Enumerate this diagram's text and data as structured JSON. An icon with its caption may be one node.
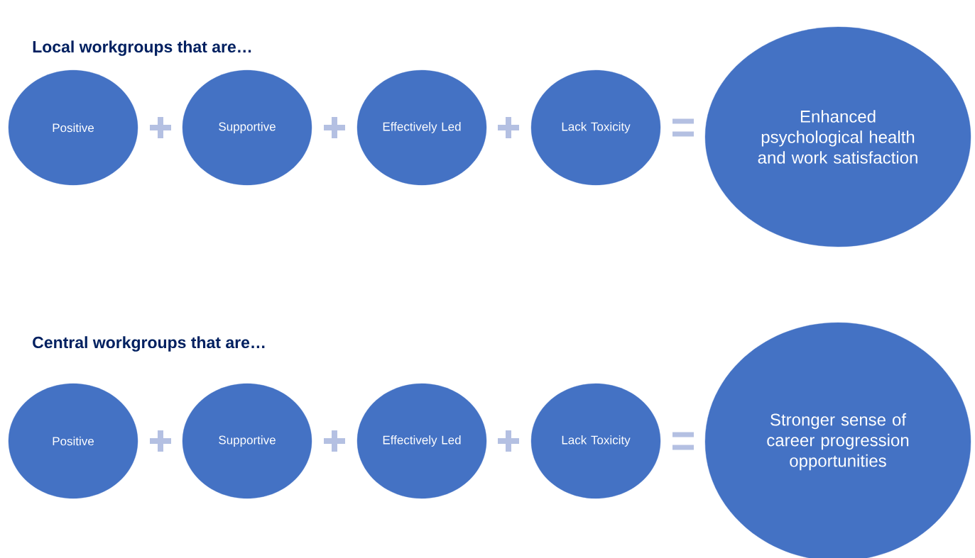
{
  "diagram": {
    "nodes": [
      {
        "text": [
          "Positive"
        ]
      },
      {
        "text": [
          "Supportive"
        ]
      },
      {
        "text": [
          "Effectively Led"
        ]
      },
      {
        "text": [
          "Lack Toxicity"
        ]
      },
      {
        "text": [
          "Enhanced psychological health and work satisfaction"
        ]
      },
      {
        "text": [
          "Positive"
        ]
      },
      {
        "text": [
          "Supportive"
        ]
      },
      {
        "text": [
          "Effectively Led"
        ]
      },
      {
        "text": [
          "Lack Toxicity"
        ]
      },
      {
        "text": [
          "Stronger sense of career progression opportunities"
        ]
      }
    ],
    "labels": [
      "Local workgroups that are…",
      "Central workgroups that are…"
    ]
  }
}
